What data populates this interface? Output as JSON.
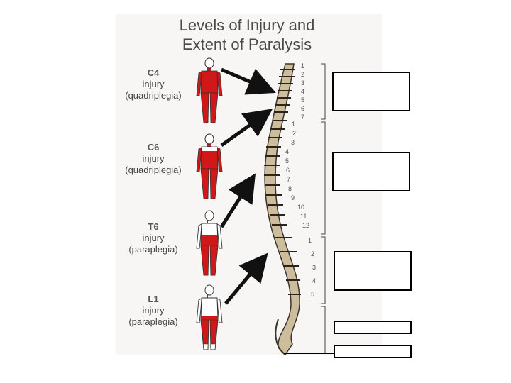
{
  "title": {
    "line1": "Levels of Injury and",
    "line2": "Extent of Paralysis"
  },
  "injuries": [
    {
      "level": "C4",
      "word": "injury",
      "kind": "(quadriplegia)"
    },
    {
      "level": "C6",
      "word": "injury",
      "kind": "(quadriplegia)"
    },
    {
      "level": "T6",
      "word": "injury",
      "kind": "(paraplegia)"
    },
    {
      "level": "L1",
      "word": "injury",
      "kind": "(paraplegia)"
    }
  ],
  "vertebra_numbers": {
    "cervical": [
      "1",
      "2",
      "3",
      "4",
      "5",
      "6",
      "7"
    ],
    "thoracic": [
      "1",
      "2",
      "3",
      "4",
      "5",
      "6",
      "7",
      "8",
      "9",
      "10",
      "11",
      "12"
    ],
    "lumbar": [
      "1",
      "2",
      "3",
      "4",
      "5"
    ]
  },
  "colors": {
    "paralysis": "#d01818",
    "figure_outline": "#333333",
    "arrow": "#111111",
    "bone": "#c8b89a"
  }
}
